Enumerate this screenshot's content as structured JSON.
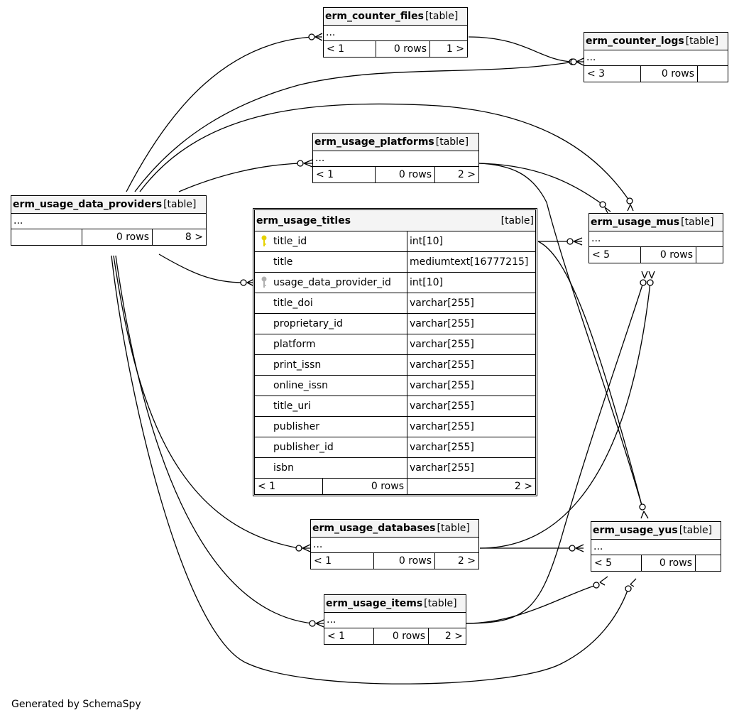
{
  "title_table": {
    "name": "erm_usage_titles",
    "type": "[table]",
    "columns": [
      {
        "name": "title_id",
        "type": "int[10]",
        "key": "primary"
      },
      {
        "name": "title",
        "type": "mediumtext[16777215]",
        "key": ""
      },
      {
        "name": "usage_data_provider_id",
        "type": "int[10]",
        "key": "foreign"
      },
      {
        "name": "title_doi",
        "type": "varchar[255]",
        "key": ""
      },
      {
        "name": "proprietary_id",
        "type": "varchar[255]",
        "key": ""
      },
      {
        "name": "platform",
        "type": "varchar[255]",
        "key": ""
      },
      {
        "name": "print_issn",
        "type": "varchar[255]",
        "key": ""
      },
      {
        "name": "online_issn",
        "type": "varchar[255]",
        "key": ""
      },
      {
        "name": "title_uri",
        "type": "varchar[255]",
        "key": ""
      },
      {
        "name": "publisher",
        "type": "varchar[255]",
        "key": ""
      },
      {
        "name": "publisher_id",
        "type": "varchar[255]",
        "key": ""
      },
      {
        "name": "isbn",
        "type": "varchar[255]",
        "key": ""
      }
    ],
    "footer": {
      "parents": "< 1",
      "rows": "0 rows",
      "children": "2 >"
    }
  },
  "tables": {
    "counter_files": {
      "name": "erm_counter_files",
      "type": "[table]",
      "dots": "...",
      "parents": "< 1",
      "rows": "0 rows",
      "children": "1 >"
    },
    "counter_logs": {
      "name": "erm_counter_logs",
      "type": "[table]",
      "dots": "...",
      "parents": "< 3",
      "rows": "0 rows",
      "children": ""
    },
    "platforms": {
      "name": "erm_usage_platforms",
      "type": "[table]",
      "dots": "...",
      "parents": "< 1",
      "rows": "0 rows",
      "children": "2 >"
    },
    "providers": {
      "name": "erm_usage_data_providers",
      "type": "[table]",
      "dots": "...",
      "parents": "",
      "rows": "0 rows",
      "children": "8 >"
    },
    "mus": {
      "name": "erm_usage_mus",
      "type": "[table]",
      "dots": "...",
      "parents": "< 5",
      "rows": "0 rows",
      "children": ""
    },
    "databases": {
      "name": "erm_usage_databases",
      "type": "[table]",
      "dots": "...",
      "parents": "< 1",
      "rows": "0 rows",
      "children": "2 >"
    },
    "yus": {
      "name": "erm_usage_yus",
      "type": "[table]",
      "dots": "...",
      "parents": "< 5",
      "rows": "0 rows",
      "children": ""
    },
    "items": {
      "name": "erm_usage_items",
      "type": "[table]",
      "dots": "...",
      "parents": "< 1",
      "rows": "0 rows",
      "children": "2 >"
    }
  },
  "colors": {
    "primary_key": "#e6d200",
    "foreign_key": "#b0b0b0",
    "header_bg": "#f4f4f4"
  },
  "footer_credit": "Generated by SchemaSpy"
}
